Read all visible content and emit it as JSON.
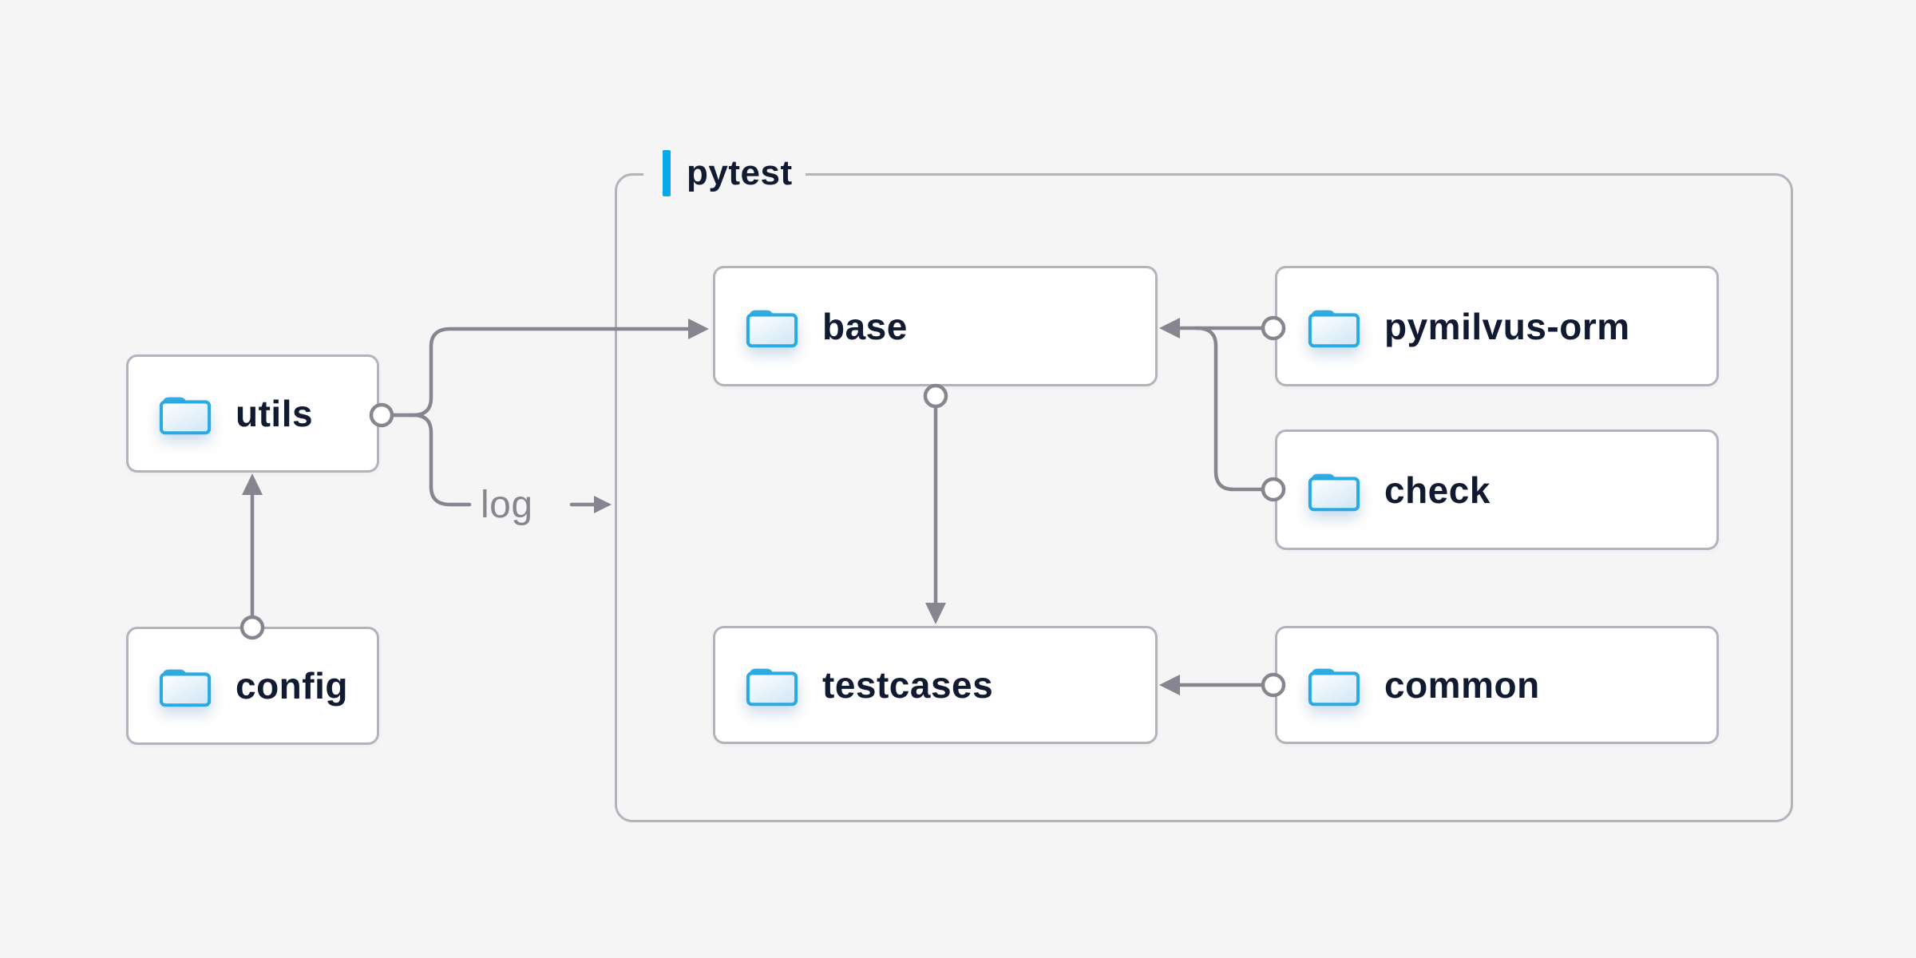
{
  "diagram": {
    "group": {
      "label": "pytest"
    },
    "nodes": {
      "utils": {
        "label": "utils",
        "icon": "folder-icon"
      },
      "config": {
        "label": "config",
        "icon": "folder-icon"
      },
      "base": {
        "label": "base",
        "icon": "folder-icon"
      },
      "pymilvus": {
        "label": "pymilvus-orm",
        "icon": "folder-icon"
      },
      "check": {
        "label": "check",
        "icon": "folder-icon"
      },
      "testcases": {
        "label": "testcases",
        "icon": "folder-icon"
      },
      "common": {
        "label": "common",
        "icon": "folder-icon"
      }
    },
    "edges": [
      {
        "from": "config",
        "to": "utils",
        "style": "arrow"
      },
      {
        "from": "utils",
        "to": "base",
        "style": "arrow"
      },
      {
        "from": "utils",
        "to": "log",
        "style": "arrow",
        "label": "log"
      },
      {
        "from": "pymilvus-orm",
        "to": "base",
        "style": "arrow"
      },
      {
        "from": "check",
        "to": "base",
        "style": "merge"
      },
      {
        "from": "base",
        "to": "testcases",
        "style": "arrow"
      },
      {
        "from": "common",
        "to": "testcases",
        "style": "arrow"
      }
    ],
    "log_label": "log",
    "colors": {
      "background": "#f5f5f6",
      "node_fill": "#ffffff",
      "node_border": "#b2b3bc",
      "node_text": "#101a31",
      "connector": "#85868f",
      "accent_blue": "#09a8e8",
      "folder_blue": "#29abe2"
    }
  }
}
